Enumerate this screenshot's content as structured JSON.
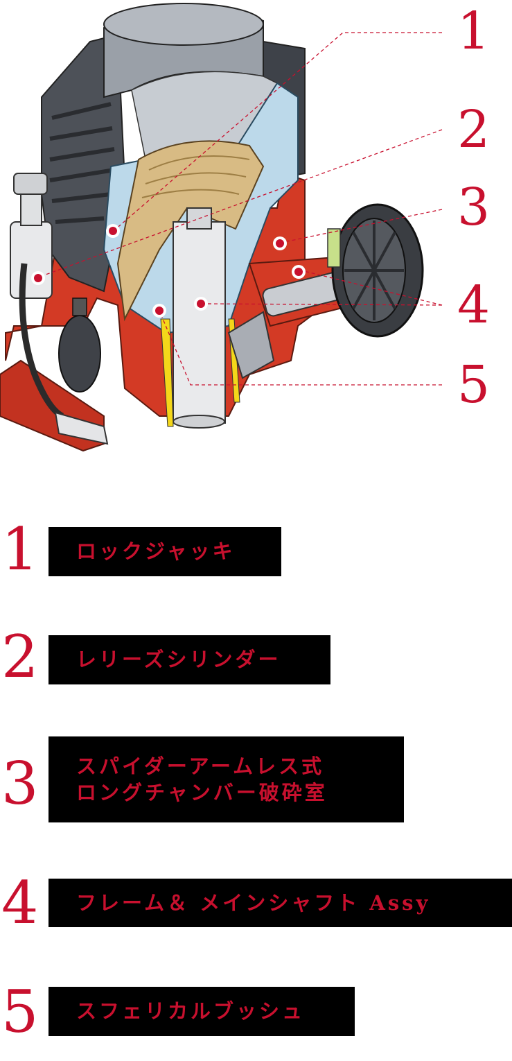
{
  "colors": {
    "accent": "#c8102e",
    "label_bg": "#000000",
    "body_red": "#d33a25",
    "steel": "#8e949e",
    "light_blue": "#bcd9ea",
    "bronze": "#d8bb84"
  },
  "callouts": [
    "1",
    "2",
    "3",
    "4",
    "5"
  ],
  "legend": [
    {
      "num": "1",
      "lines": [
        "ロックジャッキ"
      ]
    },
    {
      "num": "2",
      "lines": [
        "レリーズシリンダー"
      ]
    },
    {
      "num": "3",
      "lines": [
        "スパイダーアームレス式",
        "ロングチャンバー破砕室"
      ]
    },
    {
      "num": "4",
      "lines": [
        "フレーム＆ メインシャフト Assy"
      ]
    },
    {
      "num": "5",
      "lines": [
        "スフェリカルブッシュ"
      ]
    }
  ]
}
